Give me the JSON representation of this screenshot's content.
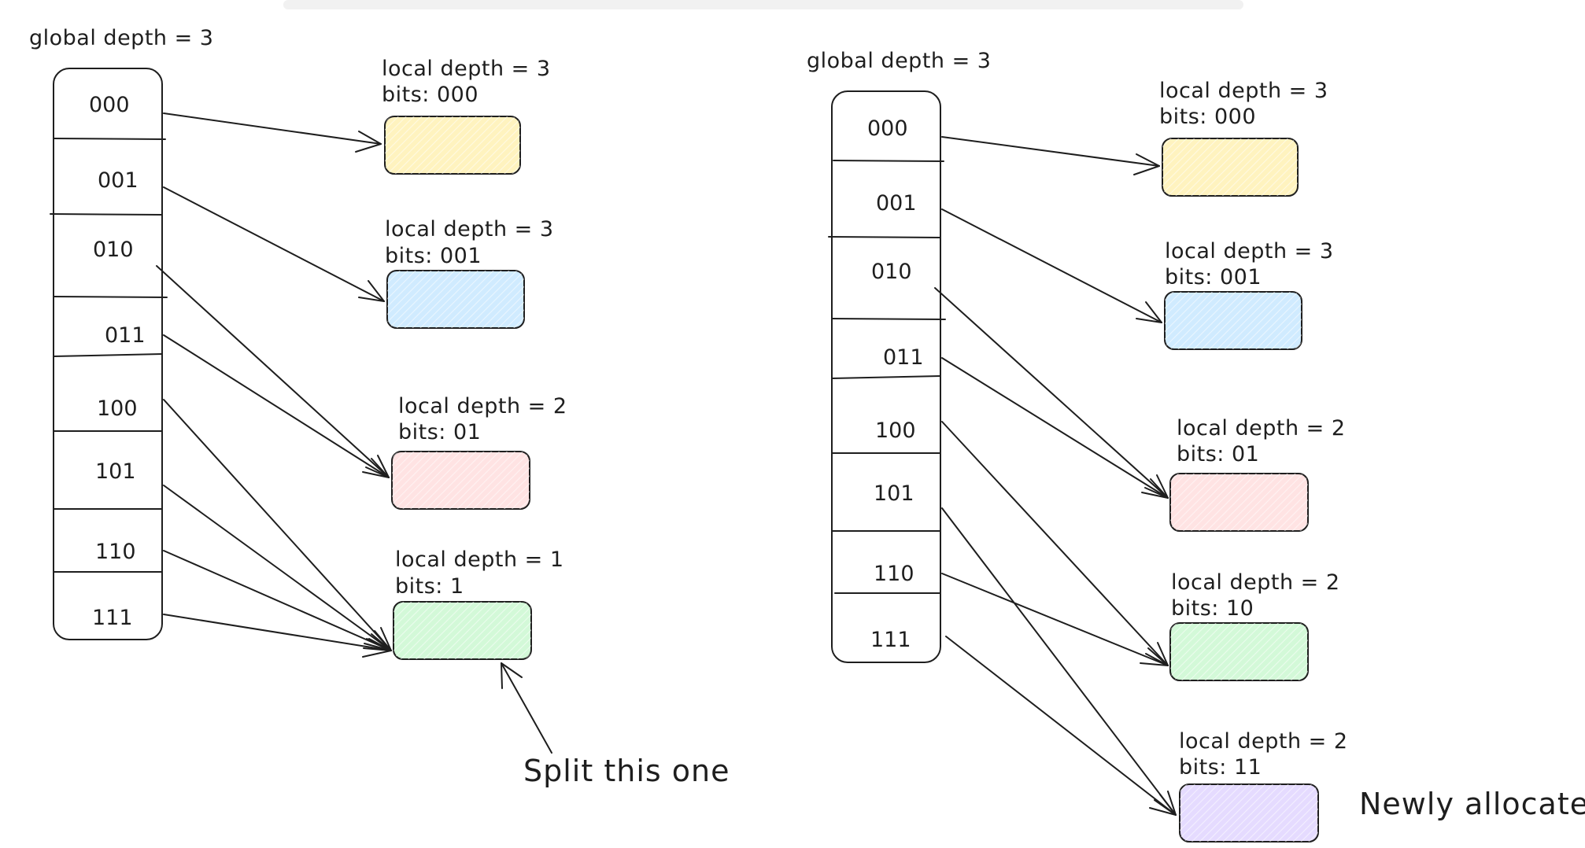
{
  "panels": [
    {
      "id": "before",
      "global_depth_label": "global depth = 3",
      "directory": [
        "000",
        "001",
        "010",
        "011",
        "100",
        "101",
        "110",
        "111"
      ],
      "buckets": [
        {
          "local_depth": "local depth = 3",
          "bits": "bits: 000",
          "color": "#fff3bf"
        },
        {
          "local_depth": "local depth = 3",
          "bits": "bits: 001",
          "color": "#d0ebff"
        },
        {
          "local_depth": "local depth = 2",
          "bits": "bits: 01",
          "color": "#ffe3e3"
        },
        {
          "local_depth": "local depth = 1",
          "bits": "bits: 1",
          "color": "#d3f9d8"
        }
      ],
      "pointers": [
        0,
        1,
        2,
        2,
        3,
        3,
        3,
        3
      ],
      "annotation": "Split this one",
      "annotation_target": 3
    },
    {
      "id": "after",
      "global_depth_label": "global depth = 3",
      "directory": [
        "000",
        "001",
        "010",
        "011",
        "100",
        "101",
        "110",
        "111"
      ],
      "buckets": [
        {
          "local_depth": "local depth = 3",
          "bits": "bits: 000",
          "color": "#fff3bf"
        },
        {
          "local_depth": "local depth = 3",
          "bits": "bits: 001",
          "color": "#d0ebff"
        },
        {
          "local_depth": "local depth = 2",
          "bits": "bits: 01",
          "color": "#ffe3e3"
        },
        {
          "local_depth": "local depth = 2",
          "bits": "bits: 10",
          "color": "#d3f9d8"
        },
        {
          "local_depth": "local depth = 2",
          "bits": "bits: 11",
          "color": "#e5dbff"
        }
      ],
      "pointers": [
        0,
        1,
        2,
        2,
        3,
        4,
        3,
        4
      ],
      "annotation": "Newly allocated",
      "annotation_target": 4
    }
  ]
}
